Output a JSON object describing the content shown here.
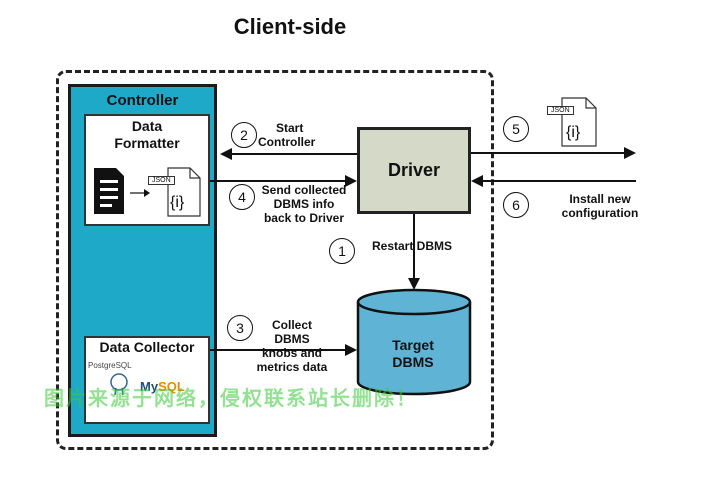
{
  "title": "Client-side",
  "controller": {
    "label": "Controller",
    "data_formatter": {
      "label": "Data Formatter",
      "json_label": "JSON",
      "json_glyph": "{i}"
    },
    "data_collector": {
      "label": "Data Collector",
      "logo_postgres": "PostgreSQL",
      "logo_mysql_a": "My",
      "logo_mysql_b": "SQL"
    }
  },
  "driver": {
    "label": "Driver"
  },
  "target_dbms": {
    "label_line1": "Target",
    "label_line2": "DBMS"
  },
  "steps": [
    {
      "num": "1",
      "text": "Restart DBMS"
    },
    {
      "num": "2",
      "text_line1": "Start",
      "text_line2": "Controller"
    },
    {
      "num": "3",
      "text_line1": "Collect",
      "text_line2": "DBMS",
      "text_line3": "knobs and",
      "text_line4": "metrics data"
    },
    {
      "num": "4",
      "text_line1": "Send collected",
      "text_line2": "DBMS info",
      "text_line3": "back to Driver"
    },
    {
      "num": "5",
      "json_label": "JSON",
      "json_glyph": "{i}"
    },
    {
      "num": "6",
      "text_line1": "Install new",
      "text_line2": "configuration"
    }
  ],
  "watermark": "图片来源于网络，侵权联系站长删除！",
  "colors": {
    "controller": "#1fa9c8",
    "driver": "#d4d9c8",
    "target_dbms": "#5fb4d6"
  }
}
